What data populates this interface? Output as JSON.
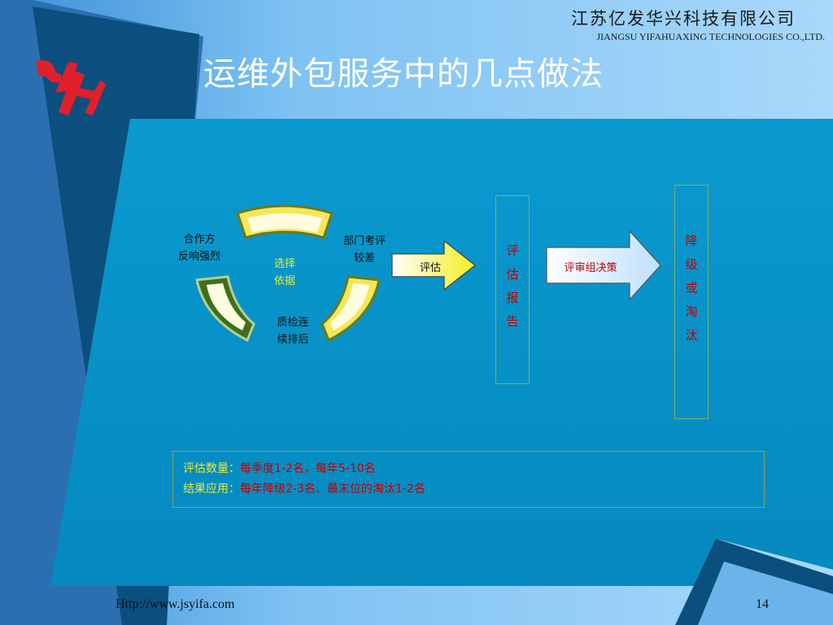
{
  "header": {
    "company_cn": "江苏亿发华兴科技有限公司",
    "company_en": "JIANGSU YIFAHUAXING TECHNOLOGIES CO.,LTD.",
    "logo": "yh-logo"
  },
  "slide": {
    "title": "运维外包服务中的几点做法"
  },
  "cycle": {
    "center_label": [
      "选择",
      "依据"
    ],
    "items": [
      [
        "合作方",
        "反响强烈"
      ],
      [
        "部门考评",
        "较差"
      ],
      [
        "质检连",
        "续排后"
      ]
    ]
  },
  "flow": {
    "arrow1_label": "评估",
    "box1_chars": [
      "评",
      "估",
      "报",
      "告"
    ],
    "arrow2_label": "评审组决策",
    "box2_chars": [
      "降",
      "级",
      "或",
      "淘",
      "汰"
    ]
  },
  "notes": {
    "line1_label": "评估数量：",
    "line1_text": "每季度1-2名，每年5-10名",
    "line2_label": "结果应用：",
    "line2_text": "每年降级2-3名、最末位的淘汰1-2名"
  },
  "footer": {
    "url": "Http://www.jsyifa.com",
    "page": "14"
  },
  "colors": {
    "main_panel": "#0896c8",
    "dark_band": "#0b4f7e",
    "logo_red": "#e0202a",
    "accent_yellow": "#e6ea3a",
    "red_text": "#c00000"
  }
}
